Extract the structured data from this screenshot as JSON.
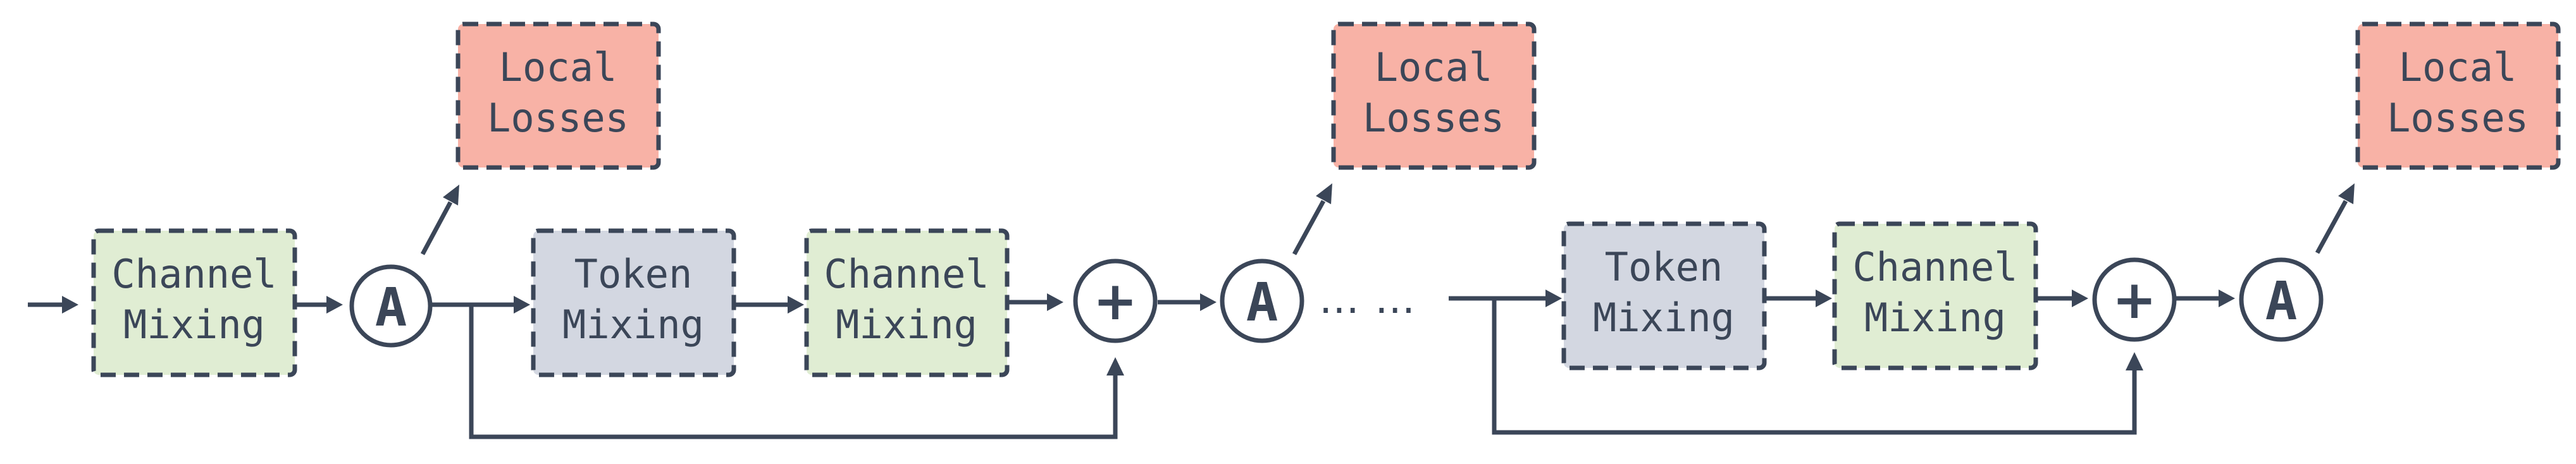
{
  "labels": {
    "channel_mixing": [
      "Channel",
      "Mixing"
    ],
    "token_mixing": [
      "Token",
      "Mixing"
    ],
    "local_losses": [
      "Local",
      "Losses"
    ]
  },
  "symbols": {
    "aggregate": "A",
    "add": "+",
    "ellipsis": "… …"
  },
  "colors": {
    "channel_mixing": "#e0edd3",
    "token_mixing": "#d3d7e1",
    "local_losses": "#f8b2a6",
    "stroke": "#3b4658"
  }
}
